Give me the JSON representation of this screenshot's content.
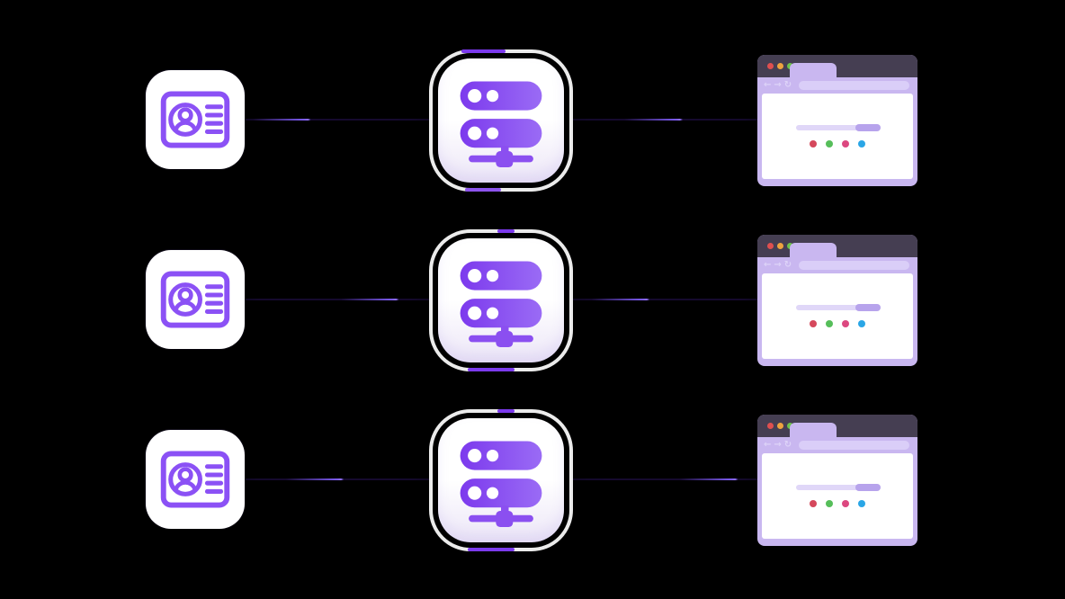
{
  "scene": {
    "description": "Illustration of three identical pipelines on a black background: an ID card icon connected to a server icon connected to a browser window, with purple data pulses travelling along the connection lines.",
    "rows": [
      {
        "name": "pipeline-1",
        "nodes": [
          "id-card",
          "server",
          "browser-window"
        ],
        "connections": [
          {
            "from": "id-card",
            "to": "server",
            "pulse_percent": 34
          },
          {
            "from": "server",
            "to": "browser-window",
            "pulse_percent": 58
          }
        ]
      },
      {
        "name": "pipeline-2",
        "nodes": [
          "id-card",
          "server",
          "browser-window"
        ],
        "connections": [
          {
            "from": "id-card",
            "to": "server",
            "pulse_percent": 82
          },
          {
            "from": "server",
            "to": "browser-window",
            "pulse_percent": 40
          }
        ]
      },
      {
        "name": "pipeline-3",
        "nodes": [
          "id-card",
          "server",
          "browser-window"
        ],
        "connections": [
          {
            "from": "id-card",
            "to": "server",
            "pulse_percent": 52
          },
          {
            "from": "server",
            "to": "browser-window",
            "pulse_percent": 88
          }
        ]
      }
    ],
    "colors": {
      "background": "#000000",
      "accent_purple": "#7C3AED",
      "icon_stroke": "#8B51F5",
      "server_gradient_start": "#7C3AED",
      "server_gradient_end": "#9A6BF5",
      "line_base": "#150A2E",
      "line_pulse": "#7C5BF0",
      "line_pulse_head": "#8F6FFA",
      "browser_frame": "#C9B7F0",
      "browser_titlebar": "#453E52",
      "toolbar_icon": "#DDD3F8",
      "address_bar": "#DACEF8",
      "progress_track": "#E0D7F8",
      "progress_cap": "#B7A3EC"
    },
    "browser": {
      "toolbar": {
        "back_icon": "←",
        "forward_icon": "→",
        "refresh_icon": "↻"
      },
      "traffic_lights": [
        "#DF4F4F",
        "#EDA33E",
        "#6CC24A"
      ],
      "status_dots": [
        "#D5485C",
        "#56BE5A",
        "#DC4880",
        "#2AA6E6"
      ]
    }
  }
}
